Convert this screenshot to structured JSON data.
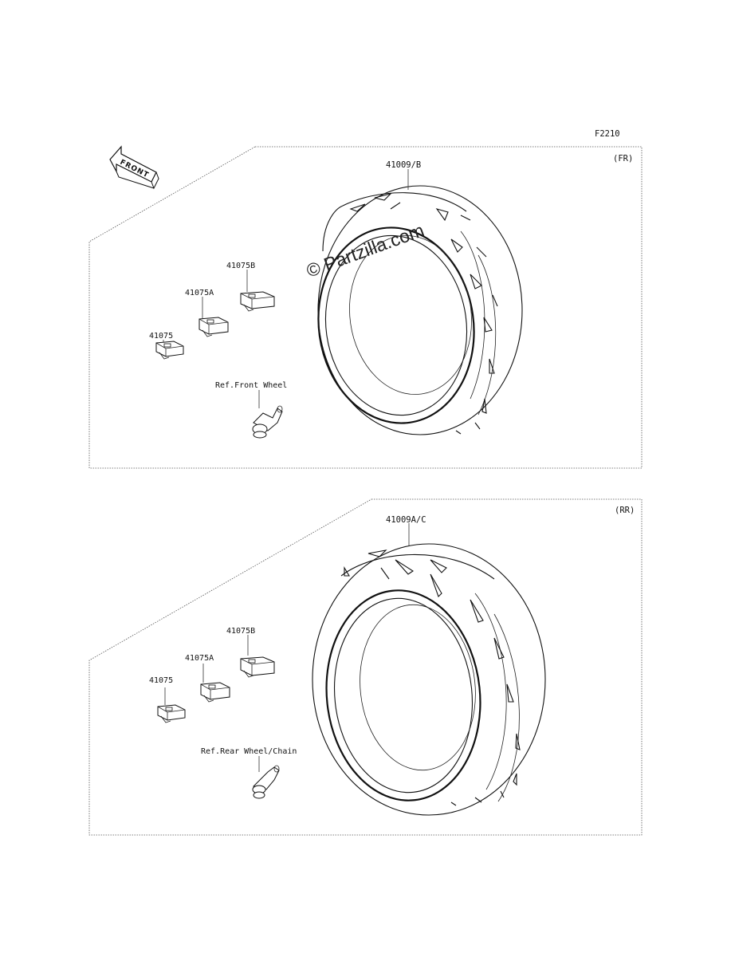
{
  "diagram_code": "F2210",
  "front_arrow_label": "FRONT",
  "watermark": "© Partzilla.com",
  "panels": [
    {
      "tag": "(FR)",
      "tire_label": "41009/B",
      "weights": [
        "41075",
        "41075A",
        "41075B"
      ],
      "valve_label": "Ref.Front Wheel"
    },
    {
      "tag": "(RR)",
      "tire_label": "41009A/C",
      "weights": [
        "41075",
        "41075A",
        "41075B"
      ],
      "valve_label": "Ref.Rear Wheel/Chain"
    }
  ]
}
